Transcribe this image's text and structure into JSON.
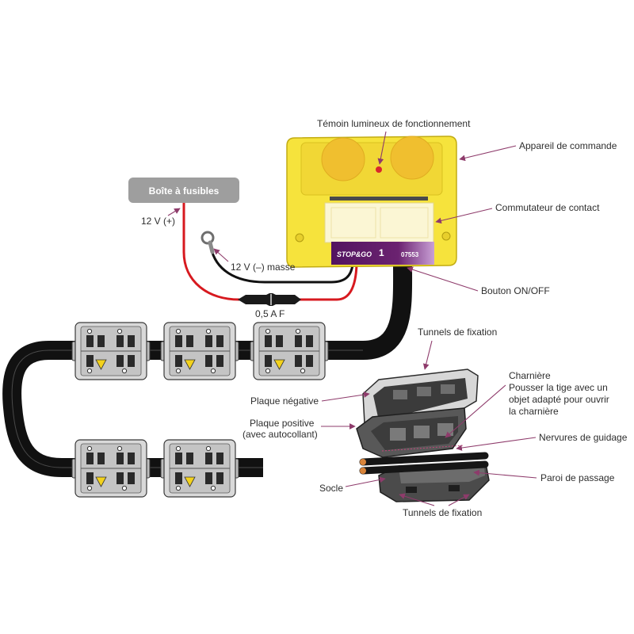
{
  "device": {
    "brand": "STOP&GO",
    "digit": "1",
    "code": "07553"
  },
  "fuse_box": {
    "label": "Boîte à fusibles"
  },
  "wiring": {
    "plus_label": "12 V (+)",
    "minus_label": "12 V (–) masse",
    "fuse_label": "0,5 A F"
  },
  "callouts": {
    "indicator_light": "Témoin lumineux de fonctionnement",
    "control_unit": "Appareil de commande",
    "contact_switch": "Commutateur de contact",
    "on_off_button": "Bouton ON/OFF"
  },
  "connector_parts": {
    "fixing_tunnels_top": "Tunnels de fixation",
    "hinge": [
      "Charnière",
      "Pousser la tige avec un",
      "objet adapté pour ouvrir",
      "la charnière"
    ],
    "negative_plate": "Plaque négative",
    "positive_plate": [
      "Plaque positive",
      "(avec autocollant)"
    ],
    "guide_ribs": "Nervures de guidage",
    "base": "Socle",
    "passage_wall": "Paroi de passage",
    "fixing_tunnels_bottom": "Tunnels de fixation"
  },
  "colors": {
    "device_yellow": "#f6e33c",
    "label_purple": "#6b2270",
    "wire_red": "#d7191f",
    "callout": "#8e3b6b"
  }
}
